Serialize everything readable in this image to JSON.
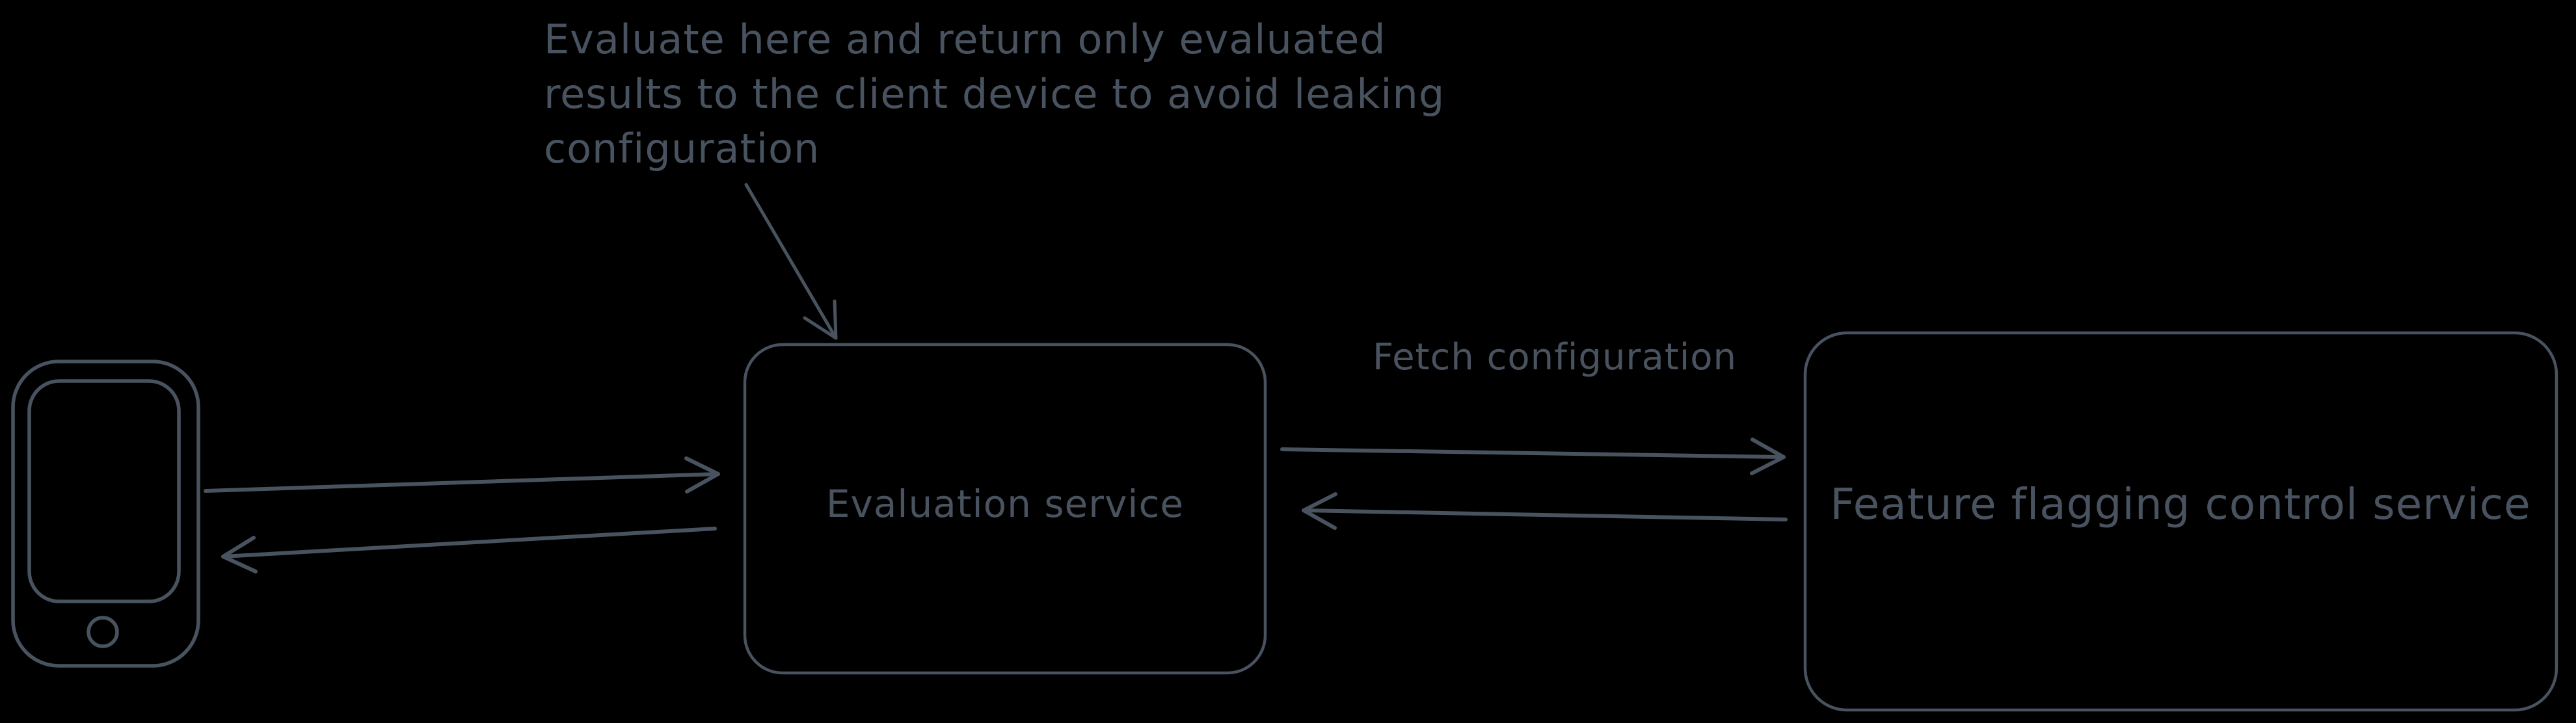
{
  "meta": {
    "background": "#000000",
    "ink": "#49525f"
  },
  "annotation": {
    "lines": [
      "Evaluate here and return only evaluated",
      "results to the client device to avoid leaking",
      "configuration"
    ]
  },
  "labels": {
    "fetch_configuration": "Fetch configuration"
  },
  "nodes": {
    "client_device": {
      "icon": "smartphone-icon"
    },
    "evaluation_service": {
      "label": "Evaluation service"
    },
    "feature_flagging_control_service": {
      "label": "Feature flagging control service"
    }
  }
}
